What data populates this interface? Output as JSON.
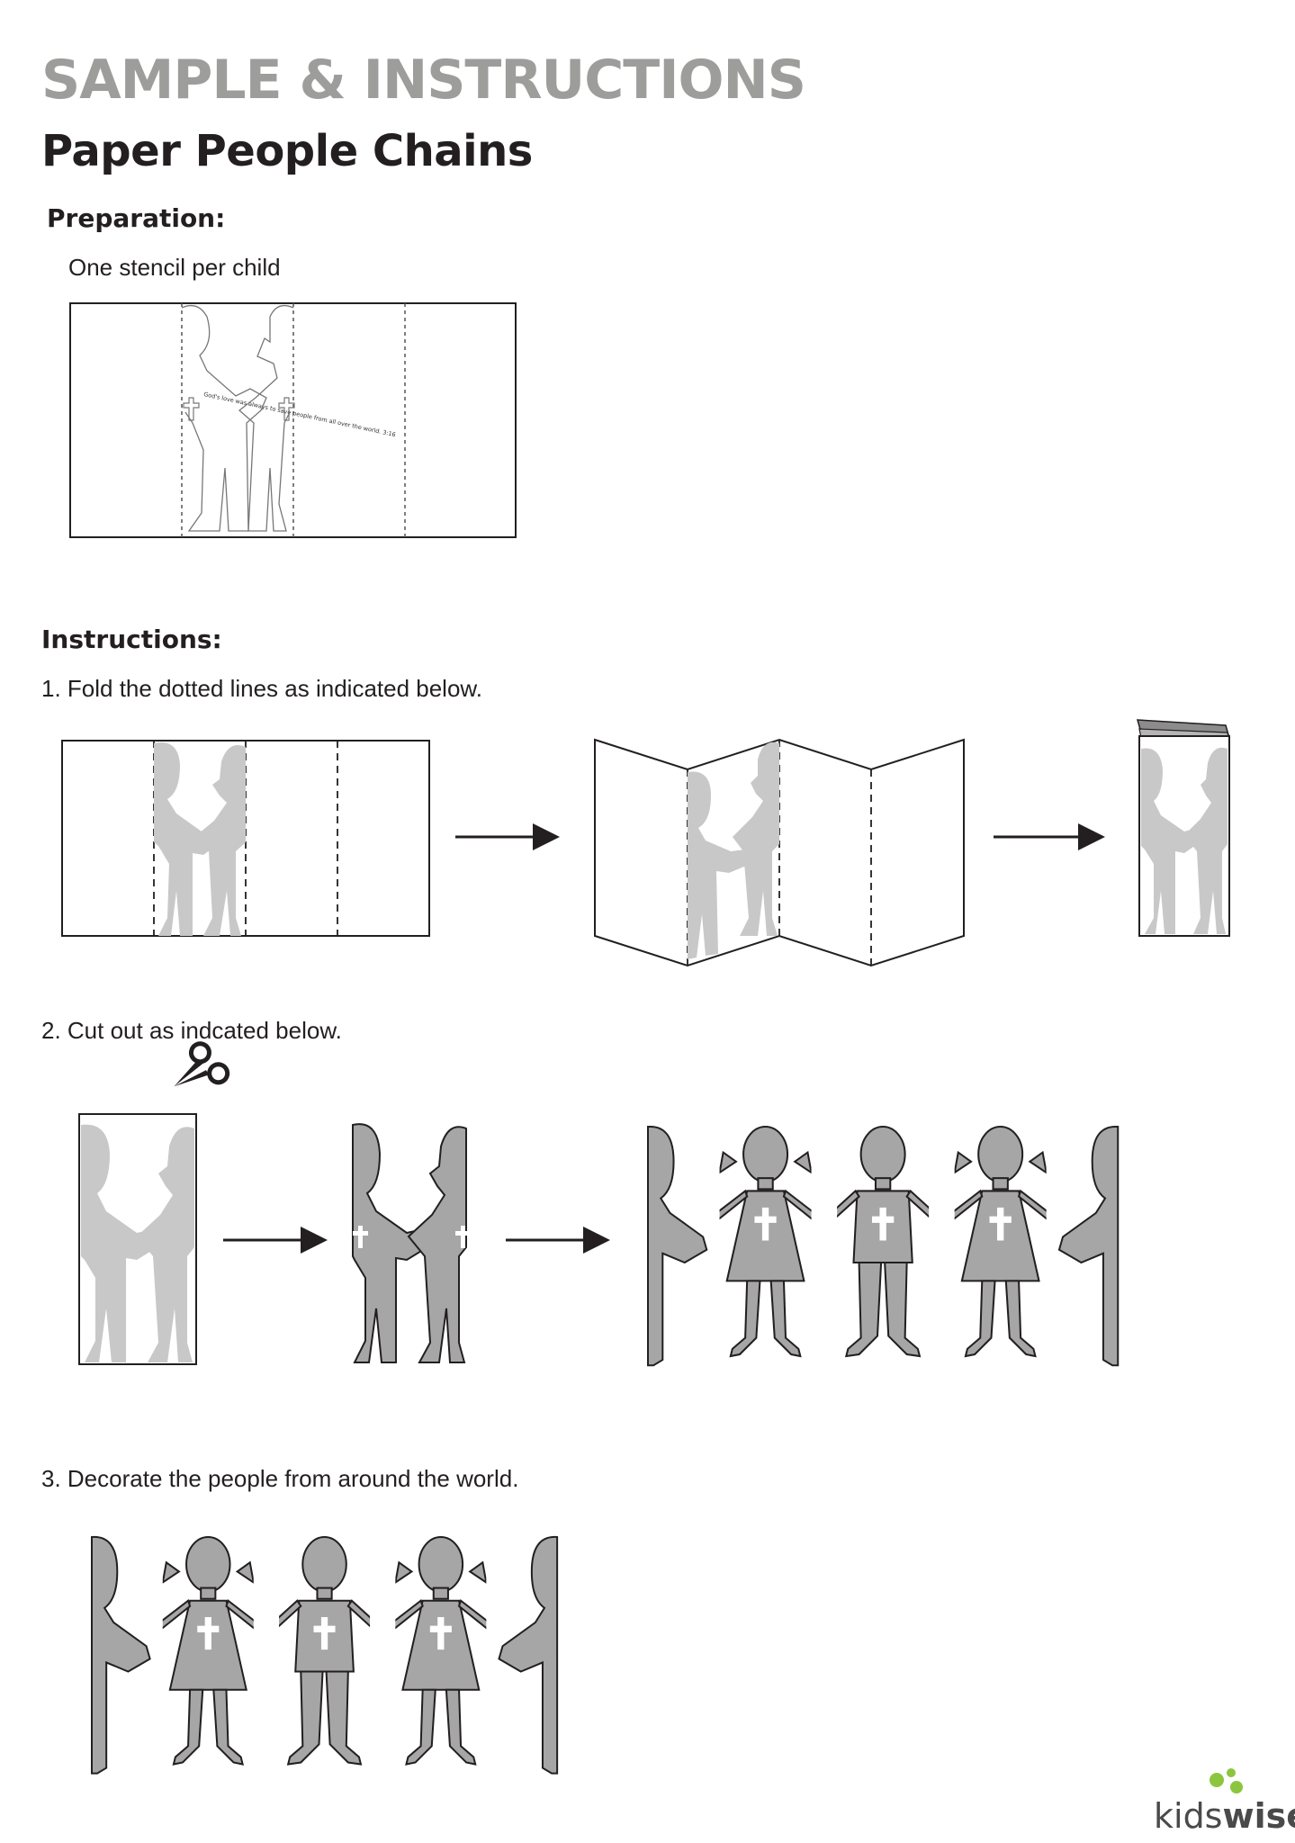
{
  "header": {
    "title": "SAMPLE & INSTRUCTIONS",
    "subtitle": "Paper People Chains"
  },
  "preparation": {
    "heading": "Preparation:",
    "note": "One stencil per child",
    "stencil_text": "God's love was always to save people from all over the world. 3:16"
  },
  "instructions": {
    "heading": "Instructions:",
    "steps": [
      "1. Fold the dotted lines as indicated below.",
      "2. Cut out as indcated below.",
      "3. Decorate the people from around the world."
    ]
  },
  "logo": {
    "part1": "kids",
    "part2": "wise"
  },
  "colors": {
    "title_gray": "#9d9d9c",
    "figure_light": "#c8c8c8",
    "figure_dark": "#a6a6a6",
    "logo_green": "#8cc63f"
  },
  "icons": [
    "scissors-icon",
    "arrow-right-icon"
  ]
}
